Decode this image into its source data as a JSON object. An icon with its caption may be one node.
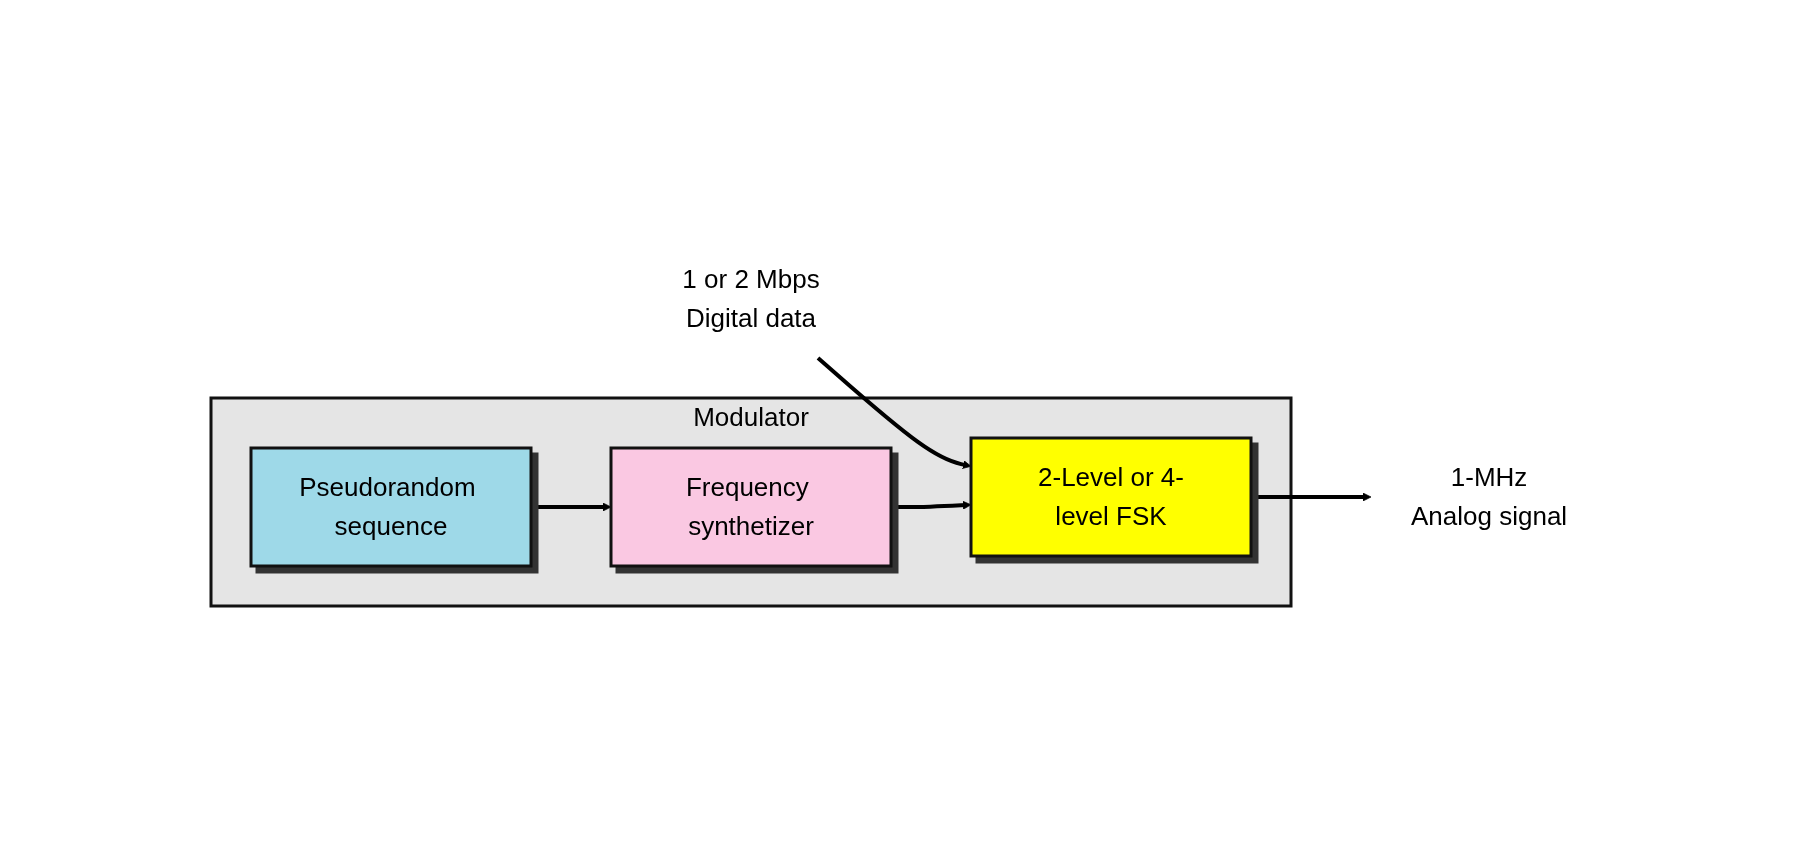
{
  "diagram": {
    "nodes": [
      {
        "text": [
          "Modulator"
        ]
      },
      {
        "text": [
          "2-Level or 4-level FSK"
        ],
        "in": 0
      },
      {
        "text": [
          "Pseudorandom sequence"
        ],
        "in": 0
      },
      {
        "text": [
          "Frequency synthetizer"
        ],
        "in": 0
      },
      {
        "text": [
          "Digital data"
        ],
        "beside": [
          "1 or 2 Mbps"
        ]
      },
      {
        "text": [
          "Analog signal"
        ],
        "beside": [
          "1-MHz"
        ]
      }
    ],
    "edges": [
      {
        "from": 4,
        "to": 1,
        "arrow": "to"
      },
      {
        "from": 1,
        "to": 5,
        "arrow": "to"
      },
      {
        "from": 2,
        "to": 3,
        "arrow": "to"
      },
      {
        "from": 3,
        "to": 1,
        "arrow": "to"
      }
    ]
  }
}
